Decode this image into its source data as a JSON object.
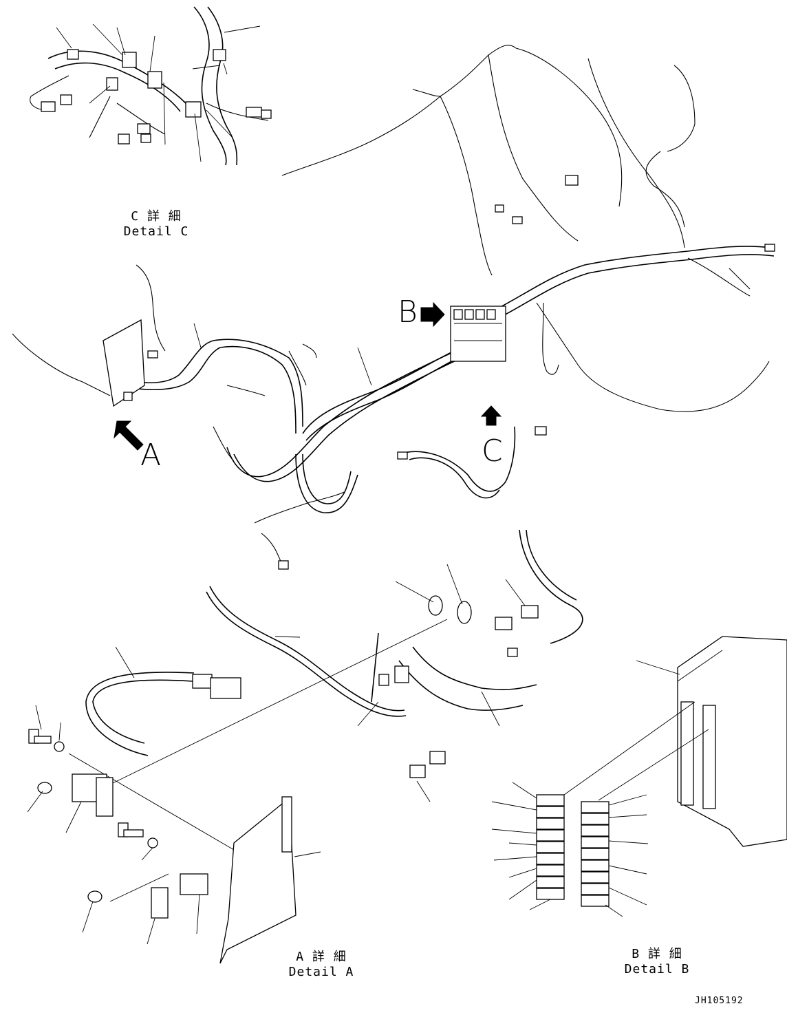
{
  "detail_c": {
    "jp": "C 詳 細",
    "en": "Detail C"
  },
  "detail_a": {
    "jp": "A 詳 細",
    "en": "Detail A"
  },
  "detail_b": {
    "jp": "B 詳 細",
    "en": "Detail B"
  },
  "callouts": {
    "a": "A",
    "b": "B",
    "c": "C"
  },
  "drawing_code": "JH105192"
}
